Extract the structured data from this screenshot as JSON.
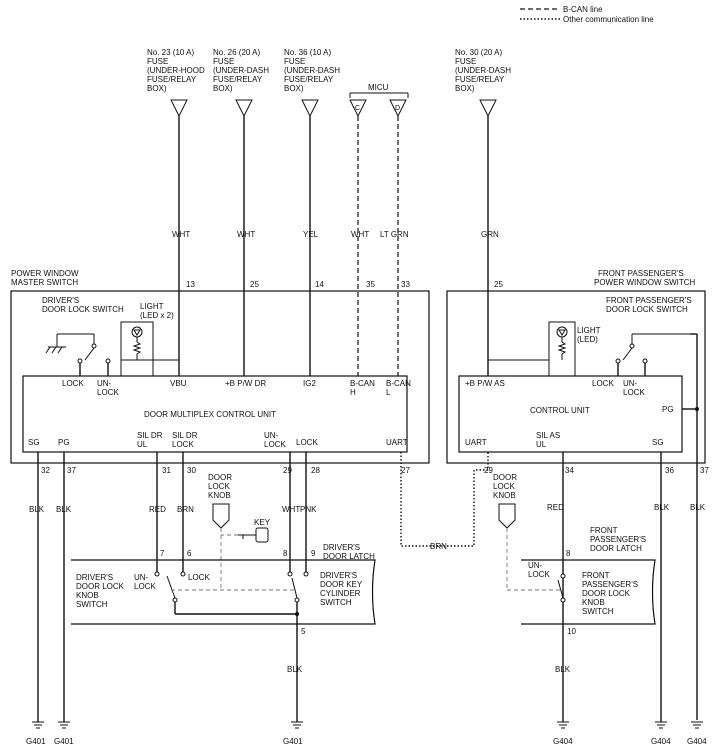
{
  "legend": {
    "bcan": "B-CAN line",
    "other": "Other communication line"
  },
  "fuses": [
    {
      "line1": "No. 23 (10 A)",
      "line2": "FUSE",
      "line3": "(UNDER-HOOD",
      "line4": "FUSE/RELAY",
      "line5": "BOX)"
    },
    {
      "line1": "No. 26 (20 A)",
      "line2": "FUSE",
      "line3": "(UNDER-DASH",
      "line4": "FUSE/RELAY",
      "line5": "BOX)"
    },
    {
      "line1": "No. 36 (10 A)",
      "line2": "FUSE",
      "line3": "(UNDER-DASH",
      "line4": "FUSE/RELAY",
      "line5": "BOX)"
    },
    {
      "line1": "No. 30 (20 A)",
      "line2": "FUSE",
      "line3": "(UNDER-DASH",
      "line4": "FUSE/RELAY",
      "line5": "BOX)"
    }
  ],
  "micu": {
    "label": "MICU",
    "c": "C",
    "d": "D"
  },
  "wire_colors": {
    "wht": "WHT",
    "yel": "YEL",
    "lt_grn": "LT GRN",
    "grn": "GRN",
    "blk": "BLK",
    "red": "RED",
    "brn": "BRN",
    "pnk": "PNK"
  },
  "master": {
    "title1": "POWER WINDOW",
    "title2": "MASTER SWITCH",
    "lock_sw1": "DRIVER'S",
    "lock_sw2": "DOOR LOCK SWITCH",
    "light1": "LIGHT",
    "light2": "(LED x 2)",
    "lock": "LOCK",
    "un": "UN-",
    "lockw": "LOCK",
    "unit": "DOOR MULTIPLEX CONTROL UNIT",
    "vbu": "VBU",
    "bpwdr": "+B P/W DR",
    "ig2": "IG2",
    "bcanh1": "B-CAN",
    "bcanh2": "H",
    "bcanl1": "B-CAN",
    "bcanl2": "L",
    "sg": "SG",
    "pg": "PG",
    "sildr": "SIL DR",
    "ul": "UL",
    "lk": "LOCK",
    "uart": "UART"
  },
  "pins": {
    "p13": "13",
    "p25": "25",
    "p14": "14",
    "p35": "35",
    "p33": "33",
    "p32": "32",
    "p37": "37",
    "p31": "31",
    "p30": "30",
    "p29": "29",
    "p28": "28",
    "p27": "27",
    "pp25": "25",
    "pp29": "29",
    "pp34": "34",
    "pp36": "36",
    "pp37": "37",
    "l7": "7",
    "l6": "6",
    "l8": "8",
    "l9": "9",
    "l5": "5",
    "r8": "8",
    "r10": "10"
  },
  "knob": {
    "door": "DOOR",
    "lock": "LOCK",
    "knob": "KNOB",
    "key": "KEY"
  },
  "driver_latch": {
    "title1": "DRIVER'S",
    "title2": "DOOR LATCH",
    "knob1": "DRIVER'S",
    "knob2": "DOOR LOCK",
    "knob3": "KNOB",
    "knob4": "SWITCH",
    "un": "UN-",
    "unlock": "LOCK",
    "lock": "LOCK",
    "cyl1": "DRIVER'S",
    "cyl2": "DOOR KEY",
    "cyl3": "CYLINDER",
    "cyl4": "SWITCH"
  },
  "passenger": {
    "title1": "FRONT PASSENGER'S",
    "title2": "POWER WINDOW SWITCH",
    "lock_sw1": "FRONT PASSENGER'S",
    "lock_sw2": "DOOR LOCK SWITCH",
    "light1": "LIGHT",
    "light2": "(LED)",
    "lock": "LOCK",
    "un": "UN-",
    "lockw": "LOCK",
    "bpwas": "+B P/W AS",
    "unit": "CONTROL UNIT",
    "pg": "PG",
    "uart": "UART",
    "silas": "SIL AS",
    "ul": "UL",
    "sg": "SG"
  },
  "pass_latch": {
    "title1": "FRONT",
    "title2": "PASSENGER'S",
    "title3": "DOOR LATCH",
    "un": "UN-",
    "unlock": "LOCK",
    "sw1": "FRONT",
    "sw2": "PASSENGER'S",
    "sw3": "DOOR LOCK",
    "sw4": "KNOB",
    "sw5": "SWITCH"
  },
  "grounds": {
    "g401a": "G401",
    "g401b": "G401",
    "g401c": "G401",
    "g404a": "G404",
    "g404b": "G404",
    "g404c": "G404"
  }
}
